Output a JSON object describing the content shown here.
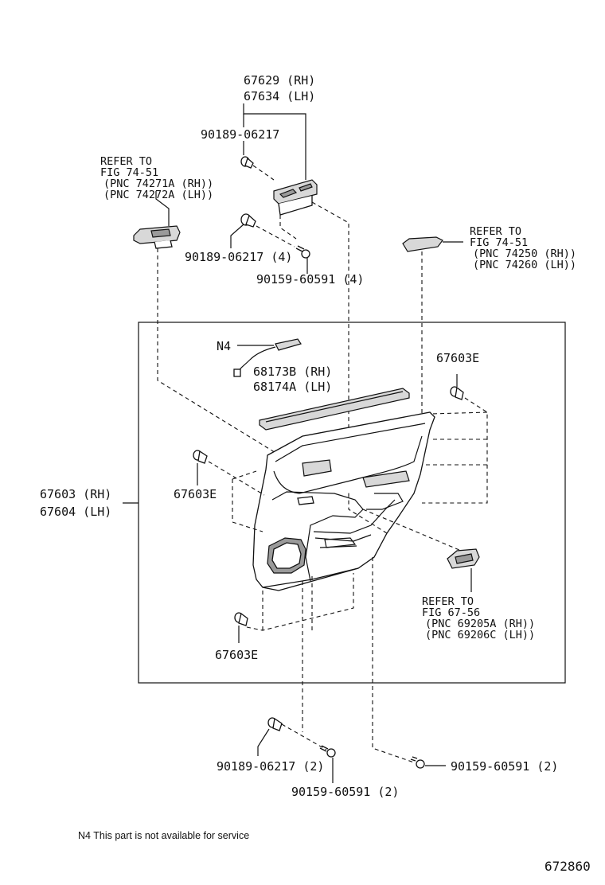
{
  "labels": {
    "handle_rh": "67629 (RH)",
    "handle_lh": "67634 (LH)",
    "clip_top": "90189-06217",
    "refer_switch_1": "REFER TO",
    "refer_switch_2": "FIG 74-51",
    "refer_switch_3": "(PNC 74271A (RH))",
    "refer_switch_4": "(PNC 74272A (LH))",
    "clip_mid": "90189-06217 (4)",
    "screw_mid": "90159-60591 (4)",
    "refer_lamp_1": "REFER TO",
    "refer_lamp_2": "FIG 74-51",
    "refer_lamp_3": "(PNC 74250 (RH))",
    "refer_lamp_4": "(PNC 74260 (LH))",
    "n4_tag": "N4",
    "wire_rh": "68173B (RH)",
    "wire_lh": "68174A (LH)",
    "clip_e_top": "67603E",
    "clip_e_left": "67603E",
    "clip_e_bottom": "67603E",
    "board_rh": "67603 (RH)",
    "board_lh": "67604 (LH)",
    "refer_handle_1": "REFER TO",
    "refer_handle_2": "FIG 67-56",
    "refer_handle_3": "(PNC 69205A (RH))",
    "refer_handle_4": "(PNC 69206C (LH))",
    "clip_bottom": "90189-06217 (2)",
    "screw_bottom_left": "90159-60591 (2)",
    "screw_bottom_right": "90159-60591 (2)",
    "footnote": "N4  This part is not available for service",
    "figure_code": "672860"
  }
}
